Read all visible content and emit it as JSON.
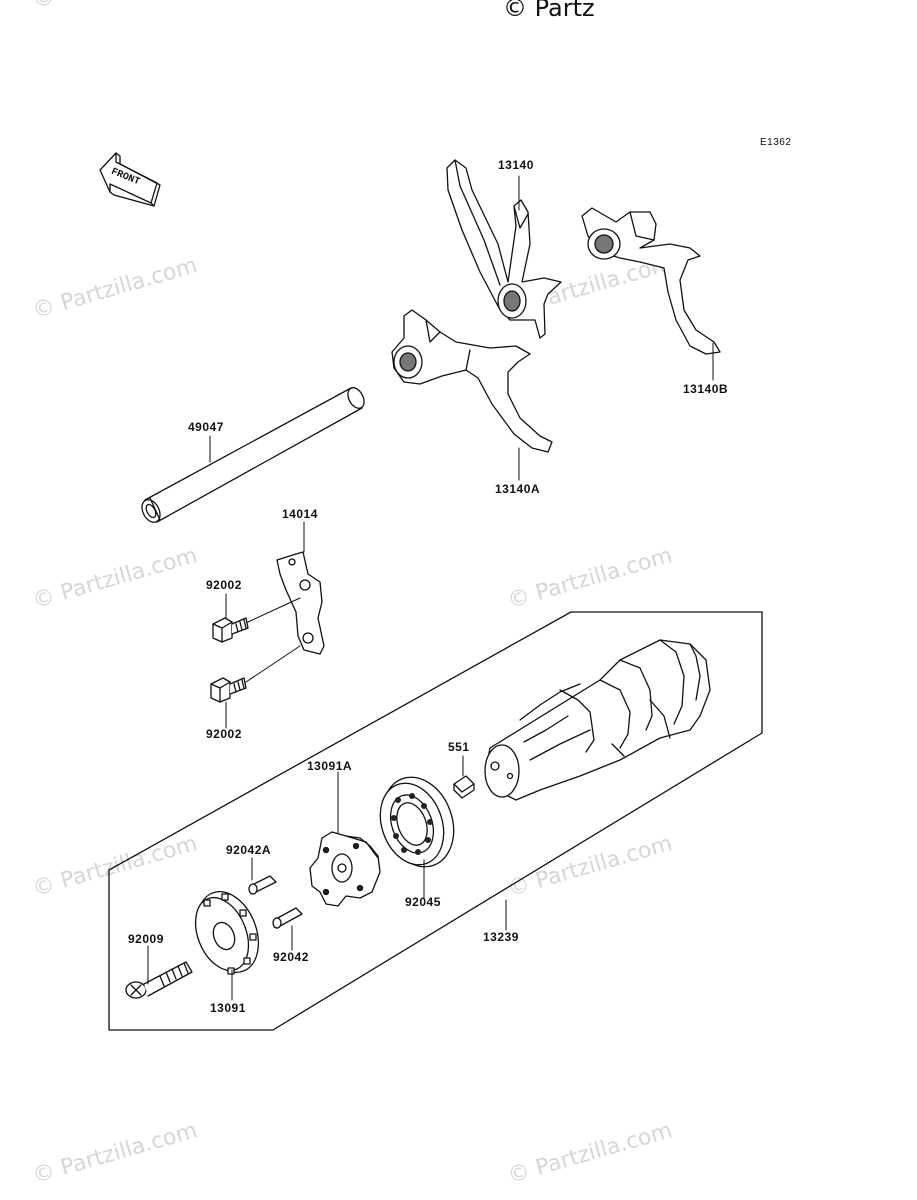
{
  "watermark": {
    "text": "© Partzilla.com",
    "top_text": "© Partz"
  },
  "diagram_code": "E1362",
  "front_indicator": "FRONT",
  "parts": [
    {
      "id": "13140",
      "label": "13140"
    },
    {
      "id": "13140B",
      "label": "13140B"
    },
    {
      "id": "13140A",
      "label": "13140A"
    },
    {
      "id": "49047",
      "label": "49047"
    },
    {
      "id": "14014",
      "label": "14014"
    },
    {
      "id": "92002-upper",
      "label": "92002"
    },
    {
      "id": "92002-lower",
      "label": "92002"
    },
    {
      "id": "551",
      "label": "551"
    },
    {
      "id": "13091A",
      "label": "13091A"
    },
    {
      "id": "92042A",
      "label": "92042A"
    },
    {
      "id": "92045",
      "label": "92045"
    },
    {
      "id": "13239",
      "label": "13239"
    },
    {
      "id": "92009",
      "label": "92009"
    },
    {
      "id": "92042",
      "label": "92042"
    },
    {
      "id": "13091",
      "label": "13091"
    }
  ],
  "colors": {
    "line": "#111111",
    "watermark": "#d6d6d6",
    "background": "#ffffff"
  }
}
